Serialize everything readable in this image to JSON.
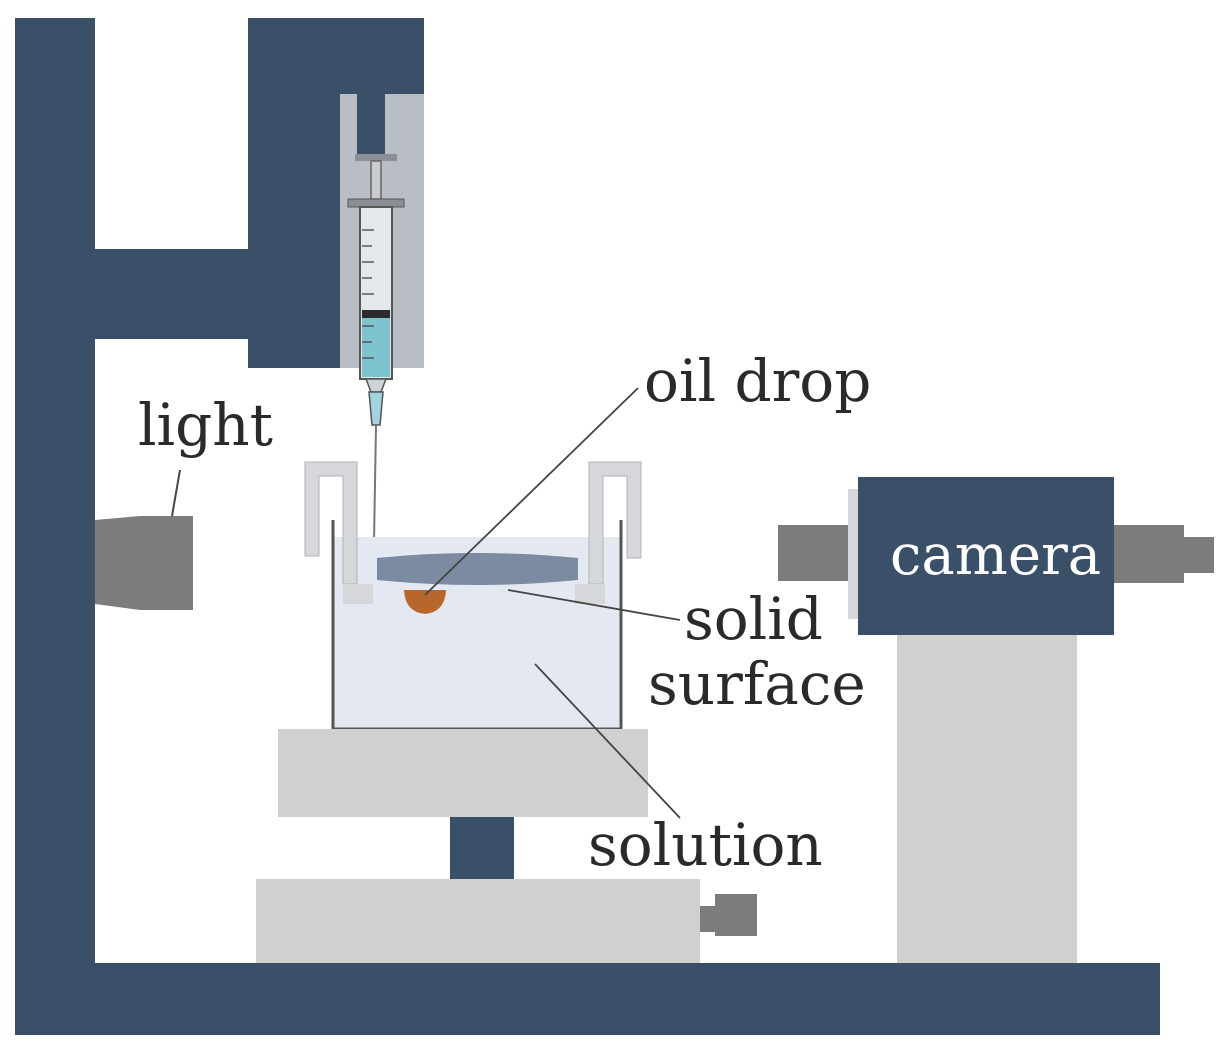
{
  "labels": {
    "light": "light",
    "oil_drop": "oil drop",
    "solid_surface_line1": "solid",
    "solid_surface_line2": "surface",
    "solution": "solution",
    "camera": "camera"
  },
  "colors": {
    "frame": "#3a5068",
    "light_gray": "#d2cfcf",
    "device_gray": "#7c7c7c",
    "syringe_holder": "#b9bec5",
    "liquid": "#7fc3cf",
    "solution": "#e4e9f1",
    "solid_surface": "#6f8198",
    "oil_drop": "#b7662c"
  }
}
